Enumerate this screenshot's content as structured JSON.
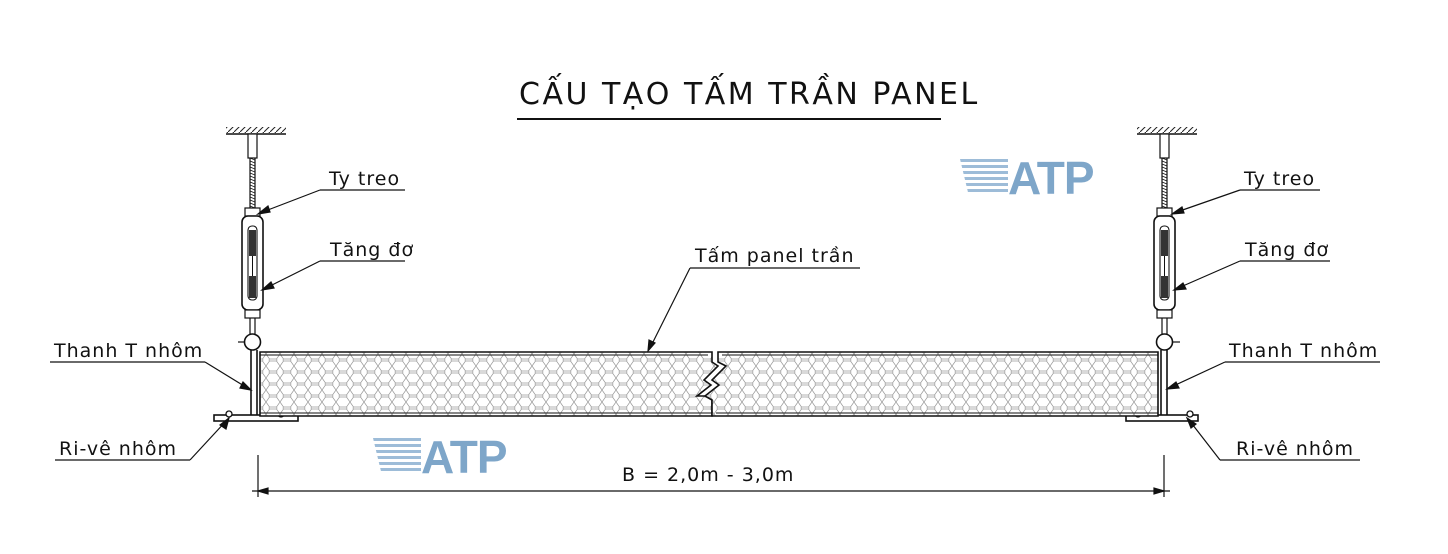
{
  "title": "CẤU TẠO TẤM TRẦN PANEL",
  "labels": {
    "ty_treo_left": "Ty treo",
    "tang_do_left": "Tăng đơ",
    "thanh_t_left": "Thanh T nhôm",
    "ri_ve_left": "Ri-vê nhôm",
    "ty_treo_right": "Ty treo",
    "tang_do_right": "Tăng đơ",
    "thanh_t_right": "Thanh T nhôm",
    "ri_ve_right": "Ri-vê nhôm",
    "panel": "Tấm panel trần",
    "dimension": "B = 2,0m - 3,0m"
  },
  "watermark": {
    "text": "ATP",
    "color": "#7ea6c9"
  }
}
